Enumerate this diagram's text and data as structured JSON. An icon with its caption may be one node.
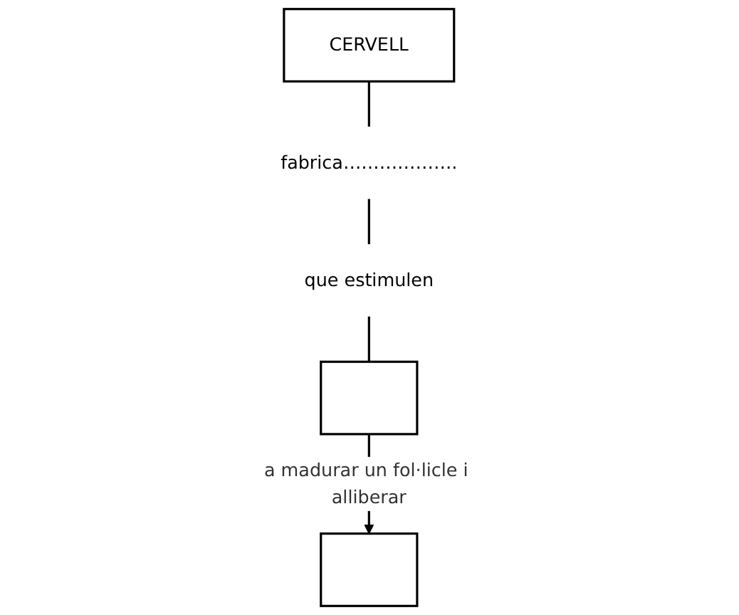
{
  "diagram": {
    "nodes": [
      {
        "text": [
          "CERVELL"
        ]
      },
      {
        "text": [
          "fabrica………………."
        ]
      },
      {
        "text": [
          "que estimulen"
        ]
      },
      {
        "text": [],
        "shape": "box"
      },
      {
        "text": [],
        "shape": "box"
      }
    ],
    "edges": [
      {
        "from": 0,
        "to": 1,
        "arrow": "none"
      },
      {
        "from": 1,
        "to": 2,
        "arrow": "none"
      },
      {
        "from": 2,
        "to": 3,
        "arrow": "none"
      },
      {
        "from": 3,
        "to": 4,
        "arrow": "to",
        "label": "a madurar un fol·licle i alliberar"
      }
    ]
  }
}
